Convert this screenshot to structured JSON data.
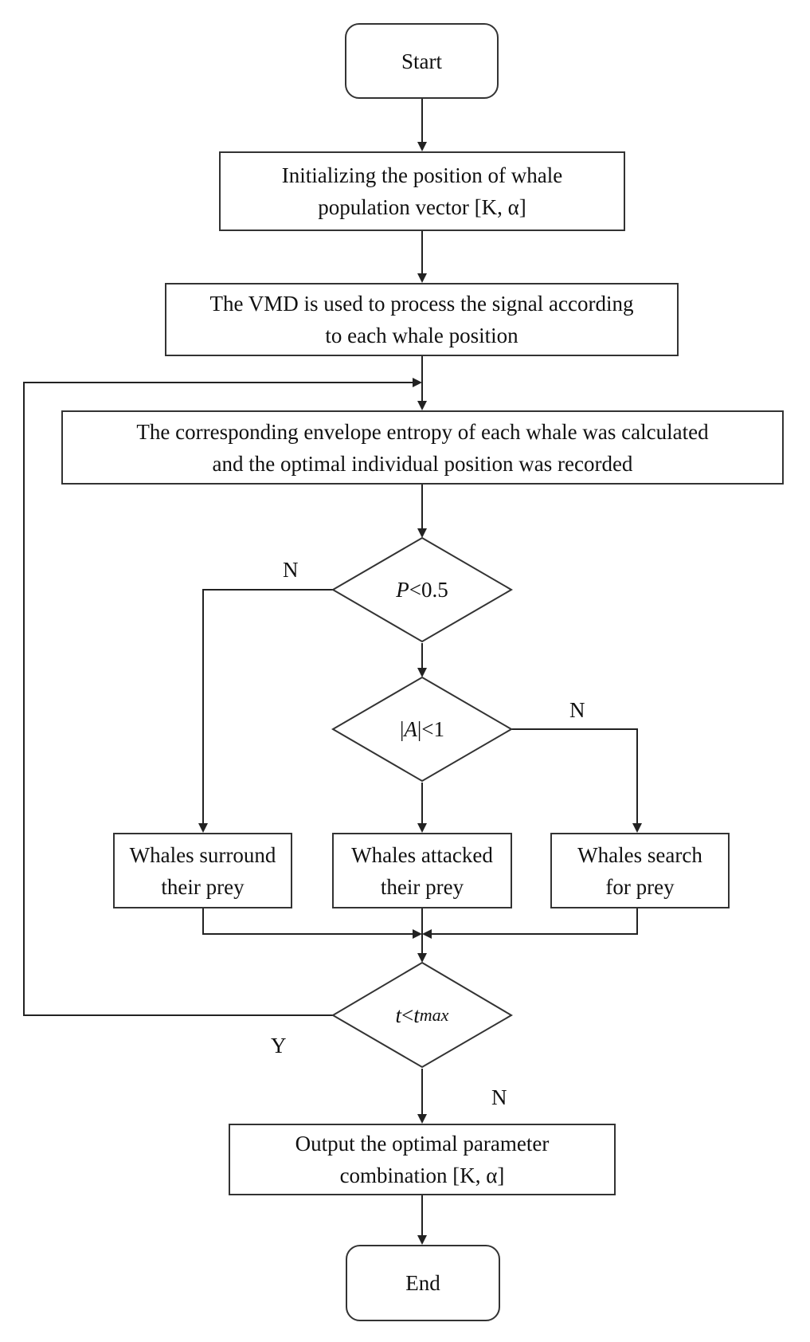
{
  "flowchart": {
    "start": "Start",
    "init": "Initializing the position of whale\npopulation vector [K, α]",
    "vmd": "The VMD is used to process the signal according\nto each whale position",
    "entropy": "The corresponding envelope entropy of each whale was calculated\nand the optimal individual position was recorded",
    "decision_p": {
      "var": "P",
      "rest": "<0.5"
    },
    "decision_a": {
      "pre": "|",
      "var": "A",
      "rest": "|<1"
    },
    "surround": "Whales surround\ntheir prey",
    "attack": "Whales attacked\ntheir prey",
    "search": "Whales search\nfor prey",
    "decision_t": {
      "var": "t",
      "mid": "<",
      "var2": "t",
      "sub": "max"
    },
    "output": "Output the optimal parameter\ncombination [K, α]",
    "end": "End",
    "labels": {
      "p_no": "N",
      "a_no": "N",
      "t_yes": "Y",
      "t_no": "N"
    }
  }
}
